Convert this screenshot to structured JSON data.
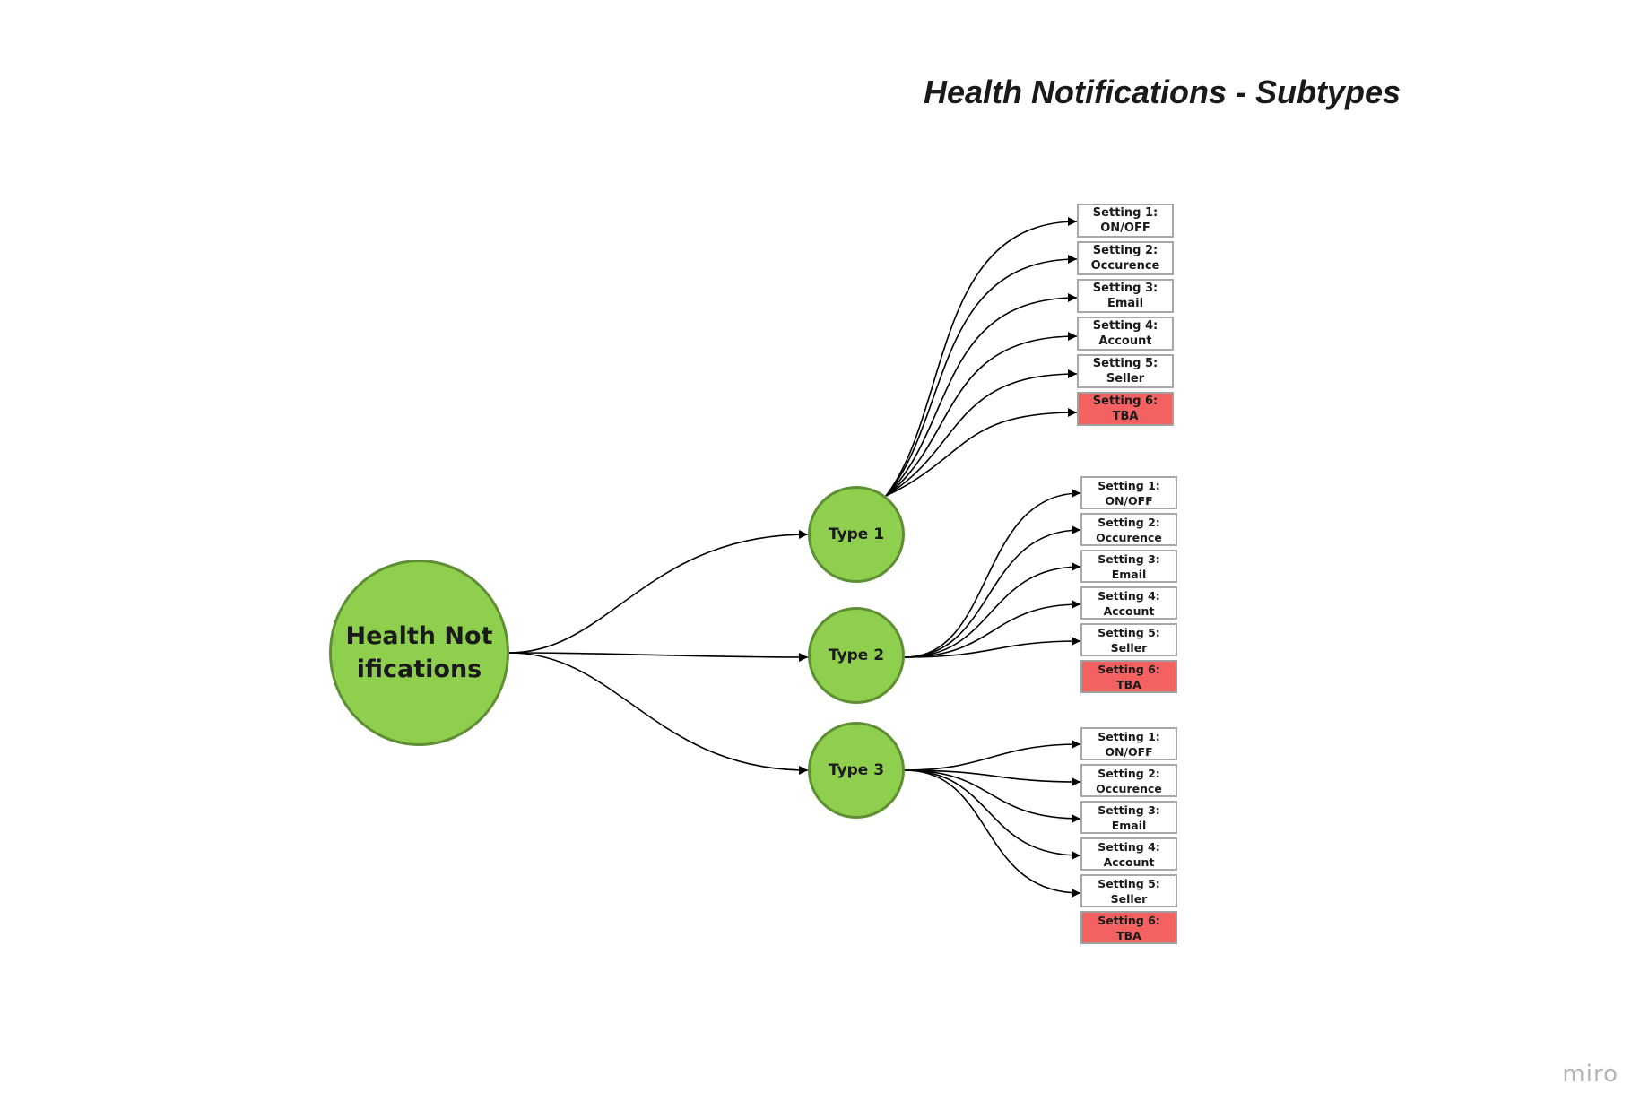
{
  "title": "Health Notifications - Subtypes",
  "watermark": "miro",
  "root": {
    "label": "Health Notifications",
    "color": "#8ecf4e"
  },
  "types": [
    {
      "label": "Type 1",
      "settings": [
        {
          "line1": "Setting 1:",
          "line2": "ON/OFF"
        },
        {
          "line1": "Setting 2:",
          "line2": "Occurence"
        },
        {
          "line1": "Setting 3:",
          "line2": "Email"
        },
        {
          "line1": "Setting 4:",
          "line2": "Account"
        },
        {
          "line1": "Setting 5:",
          "line2": "Seller"
        },
        {
          "line1": "Setting 6:",
          "line2": "TBA"
        }
      ]
    },
    {
      "label": "Type 2",
      "settings": [
        {
          "line1": "Setting 1:",
          "line2": "ON/OFF"
        },
        {
          "line1": "Setting 2:",
          "line2": "Occurence"
        },
        {
          "line1": "Setting 3:",
          "line2": "Email"
        },
        {
          "line1": "Setting 4:",
          "line2": "Account"
        },
        {
          "line1": "Setting 5:",
          "line2": "Seller"
        },
        {
          "line1": "Setting 6:",
          "line2": "TBA"
        }
      ]
    },
    {
      "label": "Type 3",
      "settings": [
        {
          "line1": "Setting 1:",
          "line2": "ON/OFF"
        },
        {
          "line1": "Setting 2:",
          "line2": "Occurence"
        },
        {
          "line1": "Setting 3:",
          "line2": "Email"
        },
        {
          "line1": "Setting 4:",
          "line2": "Account"
        },
        {
          "line1": "Setting 5:",
          "line2": "Seller"
        },
        {
          "line1": "Setting 6:",
          "line2": "TBA"
        }
      ]
    }
  ],
  "colors": {
    "node_fill": "#8ecf4e",
    "node_border": "#5f8f35",
    "tba_fill": "#f46161",
    "box_border": "#a8a8a8"
  }
}
